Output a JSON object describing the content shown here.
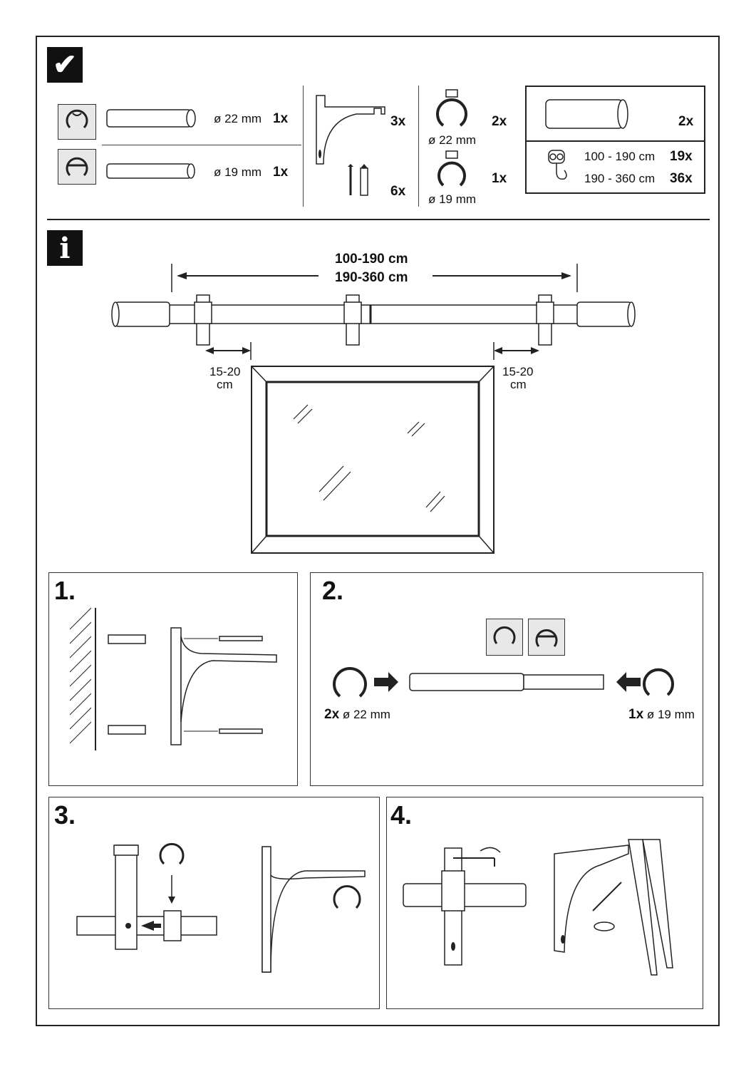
{
  "icons": {
    "check": "check-icon",
    "info": "info-icon"
  },
  "parts": {
    "rod22_dia": "ø 22 mm",
    "rod22_qty": "1x",
    "rod19_dia": "ø 19 mm",
    "rod19_qty": "1x",
    "bracket_qty": "3x",
    "screws_qty": "6x",
    "ring22_qty": "2x",
    "ring22_dia": "ø 22 mm",
    "ring19_qty": "1x",
    "ring19_dia": "ø 19 mm",
    "finial_qty": "2x",
    "hooks_range1": "100 - 190 cm",
    "hooks_qty1": "19x",
    "hooks_range2": "190 - 360 cm",
    "hooks_qty2": "36x"
  },
  "info": {
    "length1": "100-190 cm",
    "length2": "190-360 cm",
    "left_dist_num": "15-20",
    "left_dist_unit": "cm",
    "right_dist_num": "15-20",
    "right_dist_unit": "cm"
  },
  "steps": {
    "s1": "1.",
    "s2": "2.",
    "s3": "3.",
    "s4": "4.",
    "s2_left_qty": "2x",
    "s2_left_dia": "ø 22 mm",
    "s2_right_qty": "1x",
    "s2_right_dia": "ø 19 mm"
  }
}
